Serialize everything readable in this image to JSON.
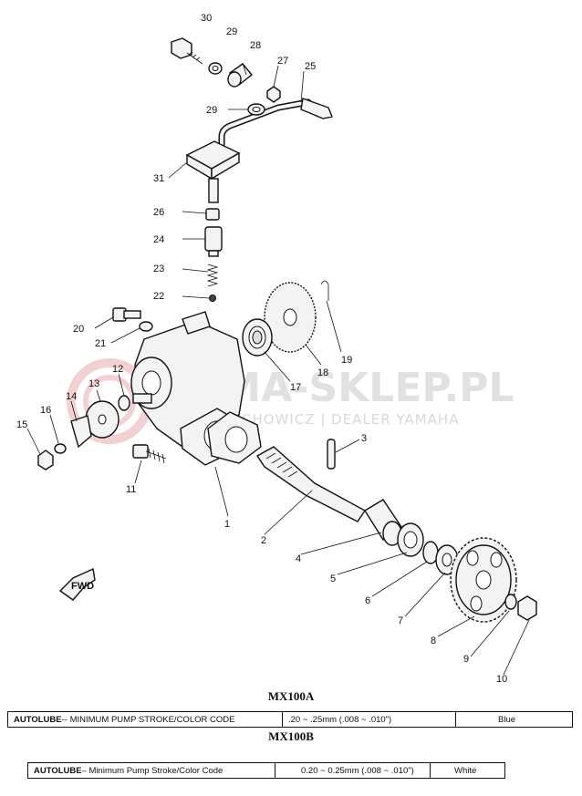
{
  "diagram": {
    "callouts": [
      "30",
      "29",
      "28",
      "27",
      "25",
      "29",
      "31",
      "26",
      "24",
      "23",
      "22",
      "20",
      "21",
      "19",
      "18",
      "17",
      "12",
      "13",
      "14",
      "16",
      "15",
      "11",
      "3",
      "1",
      "2",
      "4",
      "5",
      "6",
      "7",
      "8",
      "9",
      "10"
    ],
    "watermark": "OMA-SKLEP.PL",
    "watermark_sub": "CHOWICZ | DEALER YAMAHA",
    "fwd_label": "FWD"
  },
  "spec_a": {
    "model": "MX100A",
    "label_bold": "AUTOLUBE",
    "label_rest": " -- MINIMUM PUMP STROKE/COLOR CODE",
    "value": ".20 ~ .25mm (.008 ~ .010\")",
    "color": "Blue"
  },
  "spec_b": {
    "model": "MX100B",
    "label_bold": "AUTOLUBE",
    "label_rest": " – Minimum Pump Stroke/Color Code",
    "value": "0.20 ~ 0.25mm (.008 ~ .010\")",
    "color": "White"
  }
}
